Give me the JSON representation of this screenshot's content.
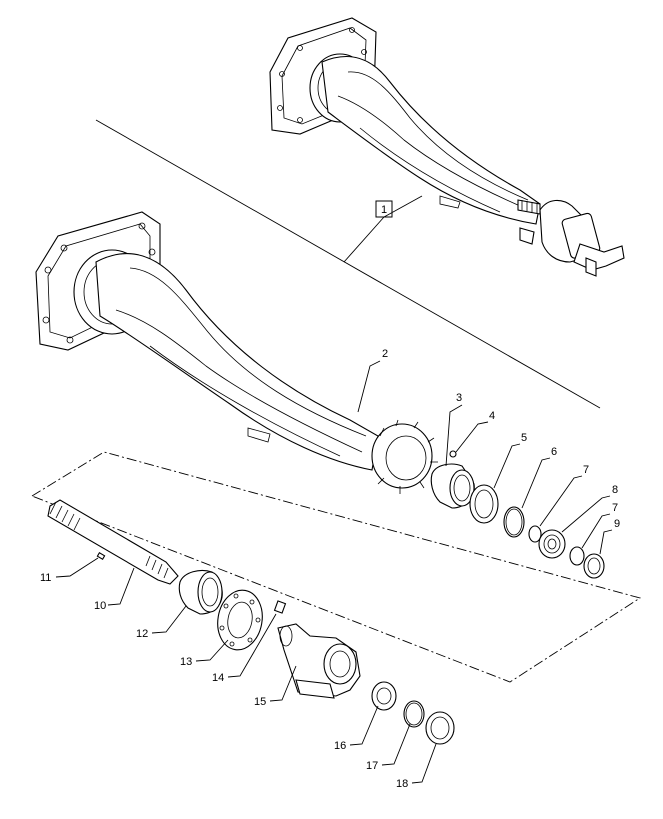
{
  "callouts": {
    "c1": "1",
    "c2": "2",
    "c3": "3",
    "c4": "4",
    "c5": "5",
    "c6": "6",
    "c7a": "7",
    "c7b": "7",
    "c8": "8",
    "c9": "9",
    "c10": "10",
    "c11": "11",
    "c12": "12",
    "c13": "13",
    "c14": "14",
    "c15": "15",
    "c16": "16",
    "c17": "17",
    "c18": "18"
  }
}
